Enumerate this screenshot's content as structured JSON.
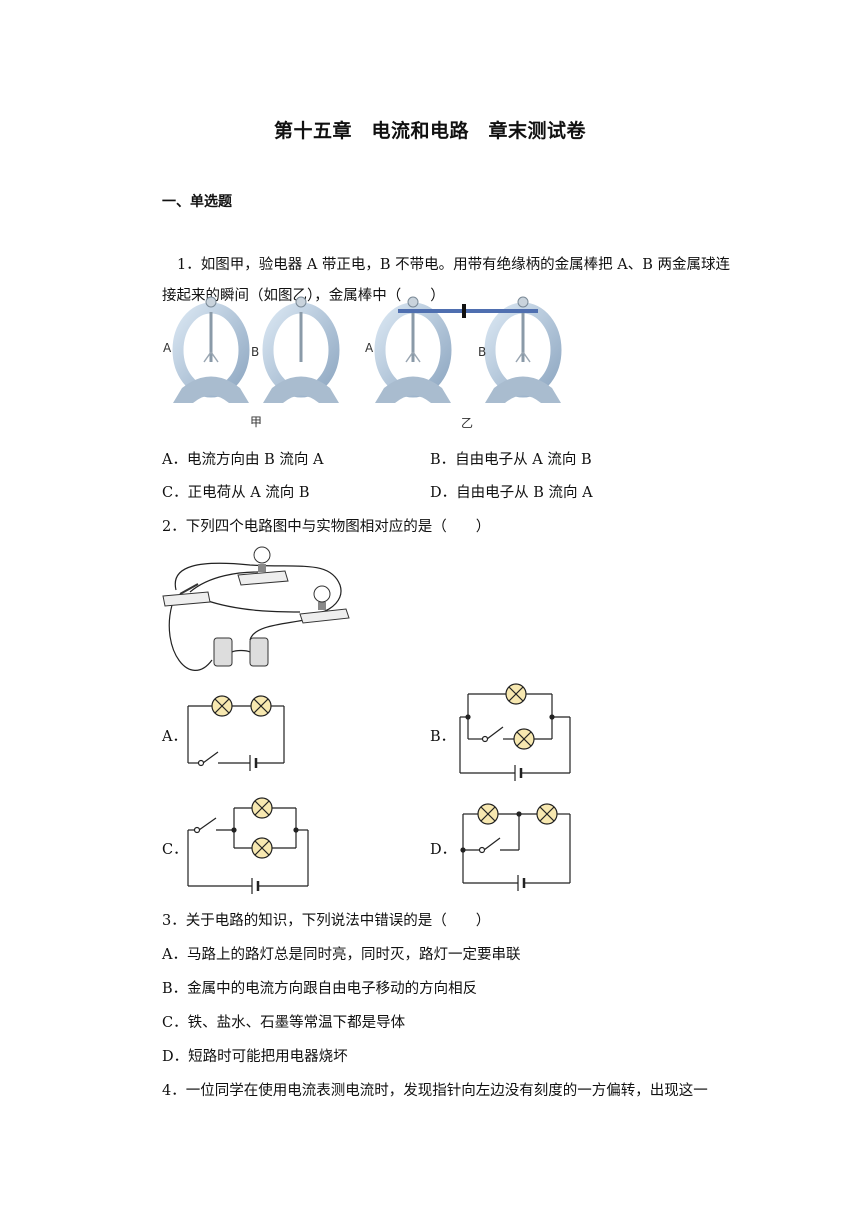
{
  "title": "第十五章　电流和电路　章末测试卷",
  "section": "一、单选题",
  "q1": {
    "line1": "1．如图甲，验电器 A 带正电，B 不带电。用带有绝缘柄的金属棒把 A、B 两金属球连",
    "line2": "接起来的瞬间（如图乙），金属棒中（　　）",
    "fig_label_a": "A",
    "fig_label_b": "B",
    "caption_jia": "甲",
    "caption_yi": "乙",
    "options": {
      "A": "A．电流方向由 B 流向 A",
      "B": "B．自由电子从 A 流向 B",
      "C": "C．正电荷从 A 流向 B",
      "D": "D．自由电子从 B 流向 A"
    }
  },
  "q2": {
    "stem": "2．下列四个电路图中与实物图相对应的是（　　）",
    "labels": {
      "A": "A．",
      "B": "B．",
      "C": "C．",
      "D": "D．"
    }
  },
  "q3": {
    "stem": "3．关于电路的知识，下列说法中错误的是（　　）",
    "options": {
      "A": "A．马路上的路灯总是同时亮，同时灭，路灯一定要串联",
      "B": "B．金属中的电流方向跟自由电子移动的方向相反",
      "C": "C．铁、盐水、石墨等常温下都是导体",
      "D": "D．短路时可能把用电器烧坏"
    }
  },
  "q4": {
    "stem": "4．一位同学在使用电流表测电流时，发现指针向左边没有刻度的一方偏转，出现这一"
  }
}
